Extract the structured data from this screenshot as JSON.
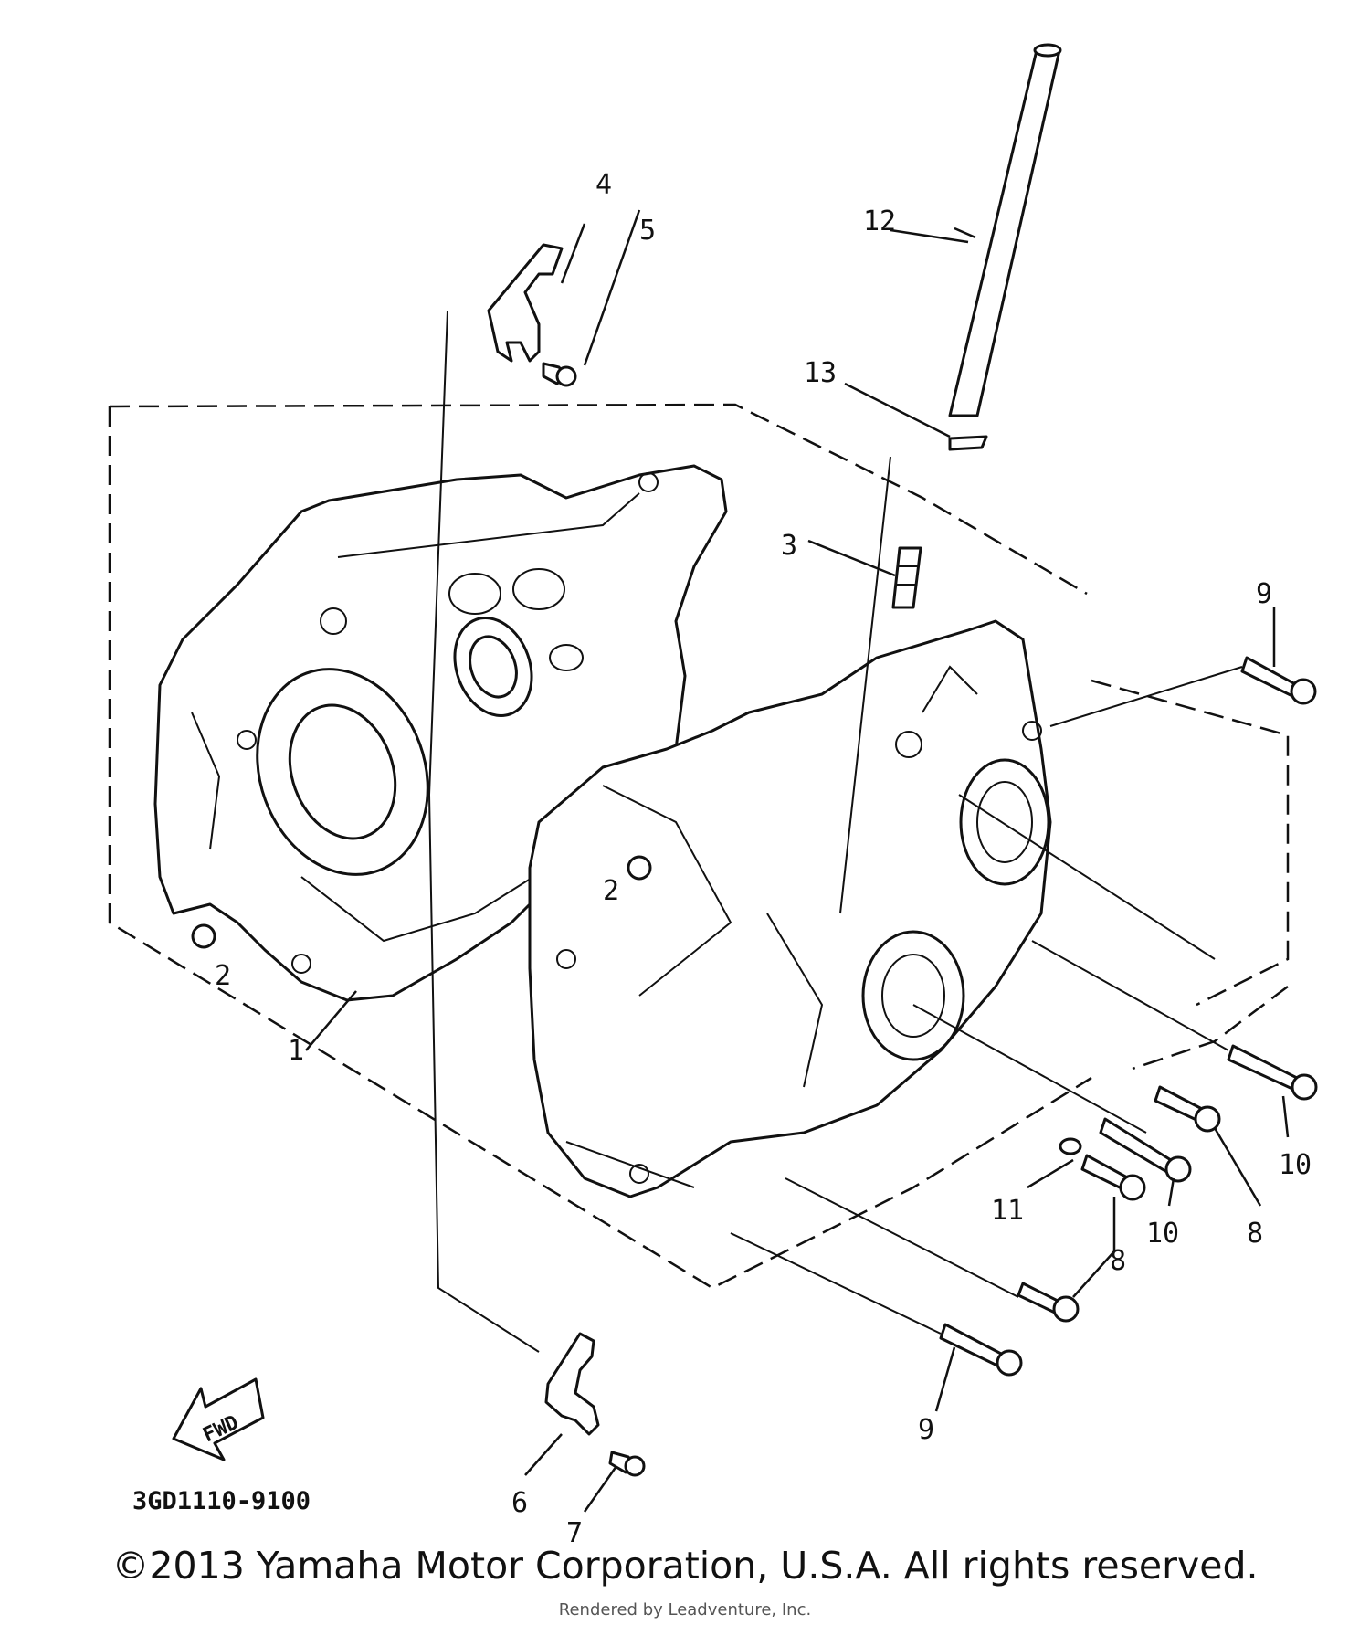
{
  "callouts": [
    "1",
    "2",
    "2",
    "3",
    "4",
    "5",
    "6",
    "7",
    "8",
    "8",
    "9",
    "9",
    "10",
    "10",
    "11",
    "12",
    "13"
  ],
  "diagram_code": "3GD1110-9100",
  "fwd_label": "FWD",
  "copyright": "©2013 Yamaha Motor Corporation, U.S.A. All rights reserved.",
  "rendered_by": "Rendered by Leadventure, Inc."
}
